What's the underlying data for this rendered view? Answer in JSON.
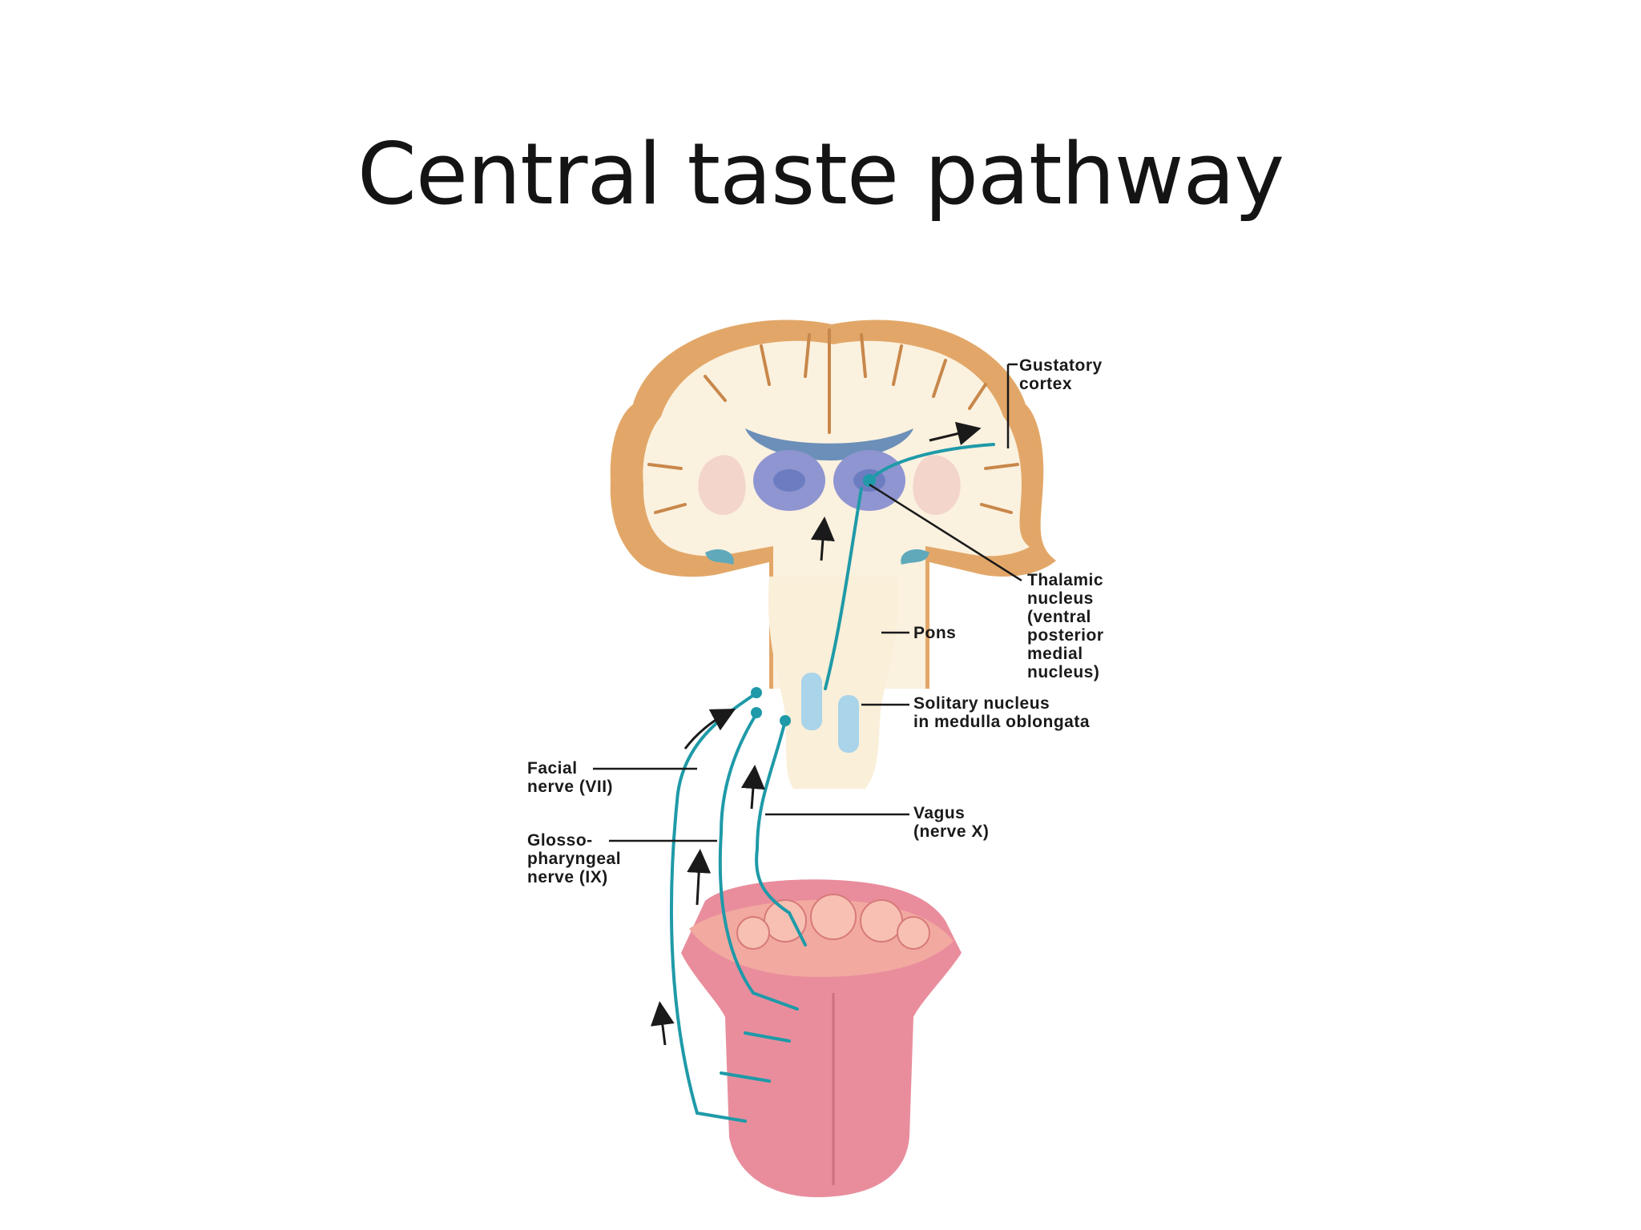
{
  "slide": {
    "title": "Central taste pathway"
  },
  "labels": {
    "gustatory_cortex": "Gustatory\ncortex",
    "thalamic_nucleus": "Thalamic\nnucleus\n(ventral\nposterior\nmedial\nnucleus)",
    "pons": "Pons",
    "solitary_nucleus": "Solitary nucleus\nin medulla oblongata",
    "facial_nerve": "Facial\nnerve (VII)",
    "glossopharyngeal_nerve": "Glosso-\npharyngeal\nnerve (IX)",
    "vagus_nerve": "Vagus\n(nerve X)"
  },
  "colors": {
    "cortex_gray": "#e2a768",
    "white_matter": "#fbf1df",
    "thalamus": "#8f95d0",
    "nerve": "#1f9aa8",
    "tongue": "#e98d9d",
    "brainstem": "#faefd9"
  }
}
